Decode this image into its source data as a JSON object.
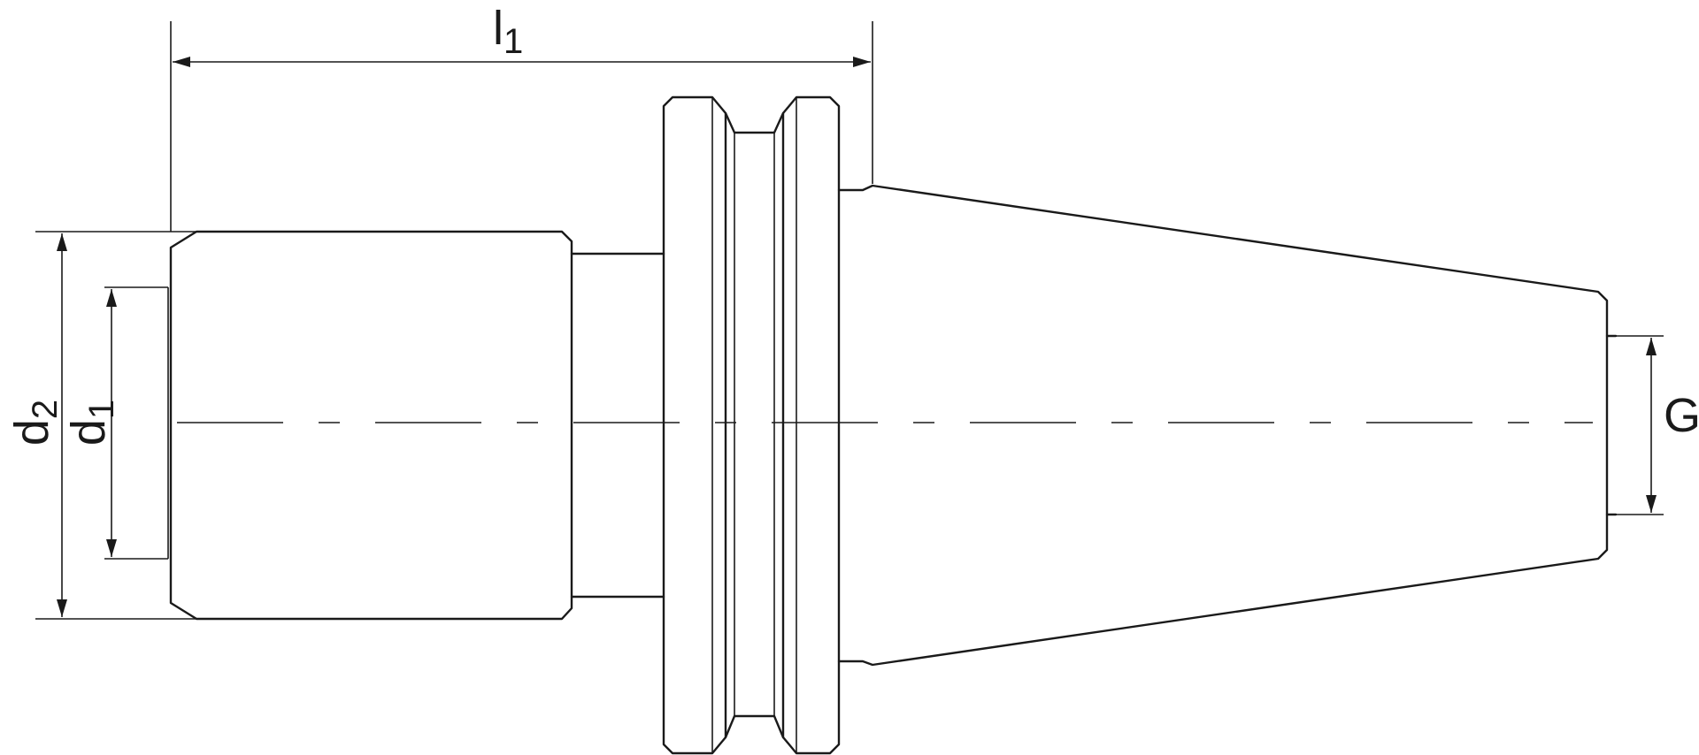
{
  "dimensions": {
    "l1": {
      "symbol": "l",
      "subscript": "1"
    },
    "d1": {
      "symbol": "d",
      "subscript": "1"
    },
    "d2": {
      "symbol": "d",
      "subscript": "2"
    },
    "g": {
      "symbol": "G"
    }
  },
  "colors": {
    "line": "#1a1a1a",
    "background": "#ffffff"
  }
}
